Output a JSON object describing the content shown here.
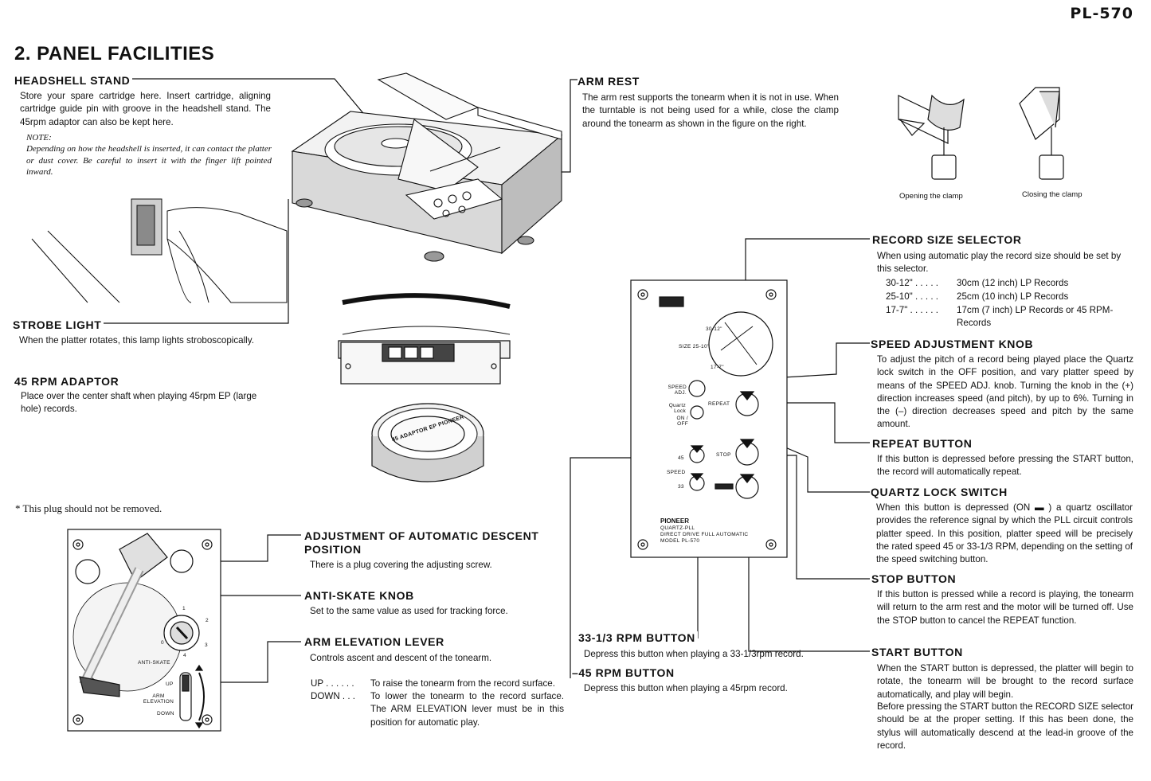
{
  "header": {
    "model": "PL-570",
    "title": "2. PANEL FACILITIES"
  },
  "headshell": {
    "heading": "HEADSHELL STAND",
    "body": "Store your spare cartridge here. Insert cartridge, aligning cartridge guide pin with groove in the headshell stand. The 45rpm adaptor can also be kept here.",
    "note_label": "NOTE:",
    "note": "Depending on how the headshell is inserted, it can contact the platter or dust cover. Be careful to insert it with the finger lift pointed inward."
  },
  "strobe": {
    "heading": "STROBE LIGHT",
    "body": "When the platter rotates, this lamp lights stroboscopically."
  },
  "adaptor": {
    "heading": "45 RPM ADAPTOR",
    "body": "Place over the center shaft when playing 45rpm EP (large hole) records.",
    "label": "45 ADAPTOR EP PIONEER"
  },
  "plug_note": "* This plug should not be removed.",
  "auto_descent": {
    "heading": "ADJUSTMENT OF AUTOMATIC DESCENT POSITION",
    "body": "There is a plug covering the adjusting screw."
  },
  "anti_skate": {
    "heading": "ANTI-SKATE KNOB",
    "body": "Set to the same value as used for tracking force.",
    "panel_label": "ANTI-SKATE",
    "scale": [
      "0",
      "1",
      "2",
      "3",
      "4"
    ]
  },
  "arm_elevation": {
    "heading": "ARM ELEVATION LEVER",
    "body": "Controls ascent and descent of the tonearm.",
    "up_label": "UP . . . . . .",
    "up_text": "To raise the tonearm from the record surface.",
    "down_label": "DOWN . . .",
    "down_text": "To lower the tonearm to the record surface. The ARM ELEVATION lever must be in this position for automatic play.",
    "panel_up": "UP",
    "panel_mid": "ARM ELEVATION",
    "panel_down": "DOWN"
  },
  "arm_rest": {
    "heading": "ARM REST",
    "body": "The arm rest supports the tonearm when it is not in use. When the turntable is not being used for a while, close the clamp around the tonearm as shown in the figure on the right.",
    "cap_open": "Opening the clamp",
    "cap_close": "Closing the clamp"
  },
  "record_size": {
    "heading": "RECORD SIZE SELECTOR",
    "body": "When using automatic play the record size should be set by this selector.",
    "rows": [
      {
        "k": "30-12\" . . . . .",
        "v": "30cm (12 inch) LP Records"
      },
      {
        "k": "25-10\" . . . . .",
        "v": "25cm (10 inch) LP Records"
      },
      {
        "k": "17-7\" . . . . . .",
        "v": "17cm (7 inch) LP Records or 45 RPM-Records"
      }
    ]
  },
  "speed_adj": {
    "heading": "SPEED ADJUSTMENT KNOB",
    "body": "To adjust the pitch of a record being played place the Quartz lock switch in the OFF position, and vary platter speed by means of the SPEED ADJ. knob. Turning the knob in the (+) direction increases speed (and pitch), by up to 6%. Turning in the (–) direction decreases speed and pitch by the same amount."
  },
  "repeat": {
    "heading": "REPEAT BUTTON",
    "body": "If this button is depressed before pressing the START button, the record will automatically repeat."
  },
  "quartz": {
    "heading": "QUARTZ LOCK SWITCH",
    "body": "When this button is depressed (ON ▬ ) a quartz oscillator provides the reference signal by which the PLL circuit controls platter speed. In this position, platter speed will be precisely the rated speed 45 or 33-1/3 RPM, depending on the setting of the speed switching button."
  },
  "stop": {
    "heading": "STOP BUTTON",
    "body": "If this button is pressed while a record is playing, the tonearm will return to the arm rest and the motor will be turned off. Use the STOP button to cancel the REPEAT function."
  },
  "start": {
    "heading": "START BUTTON",
    "body": "When the START button is depressed, the platter will begin to rotate, the tonearm will be brought to the record surface automatically, and play will begin.",
    "body2": "Before pressing the START button the RECORD SIZE selector should be at the proper setting. If this has been done, the stylus will automatically descend at the lead-in groove of the record."
  },
  "rpm33": {
    "heading": "33-1/3 RPM BUTTON",
    "body": "Depress this button when playing a 33-1/3rpm record."
  },
  "rpm45": {
    "heading": "45 RPM BUTTON",
    "body": "Depress this button when playing a 45rpm record."
  },
  "panel": {
    "size_labels": [
      "30-12\"",
      "SIZE 25-10\"",
      "17-7\""
    ],
    "speed_adj": "SPEED ADJ.",
    "quartz": "Quartz Lock",
    "on_off": "ON / OFF",
    "repeat": "REPEAT",
    "stop": "STOP",
    "speed": "SPEED",
    "n45": "45",
    "n33": "33",
    "brand": "PIONEER",
    "line1": "QUARTZ-PLL",
    "line2": "DIRECT DRIVE FULL AUTOMATIC",
    "line3": "MODEL PL-570"
  }
}
